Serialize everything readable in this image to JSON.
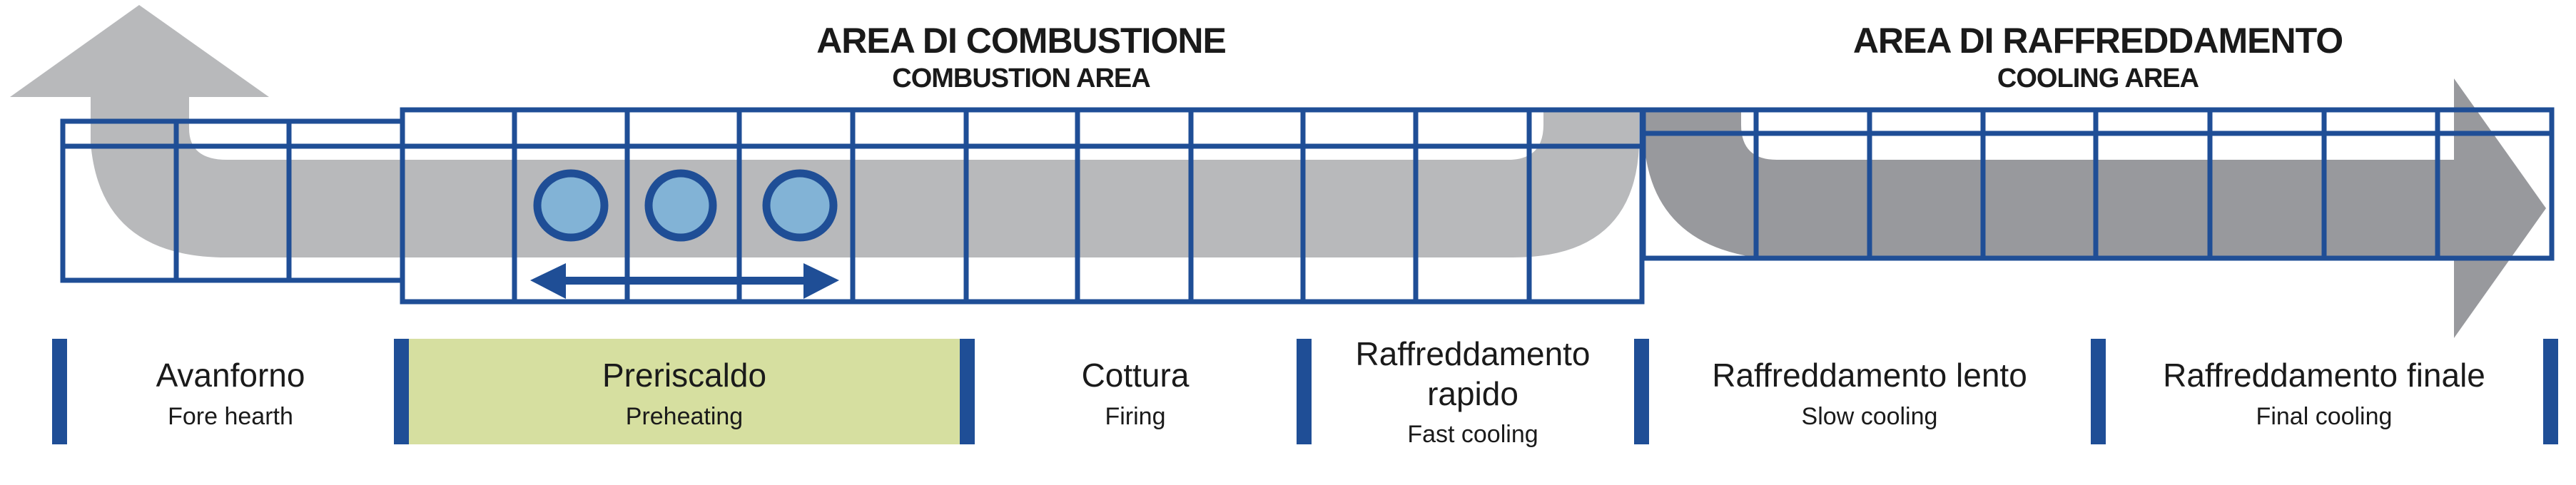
{
  "areas": {
    "combustion": {
      "title": "AREA DI COMBUSTIONE",
      "subtitle": "COMBUSTION AREA"
    },
    "cooling": {
      "title": "AREA DI RAFFREDDAMENTO",
      "subtitle": "COOLING AREA"
    }
  },
  "zones": [
    {
      "name": "Avanforno",
      "sub": "Fore hearth"
    },
    {
      "name": "Preriscaldo",
      "sub": "Preheating",
      "highlighted": true
    },
    {
      "name": "Cottura",
      "sub": "Firing"
    },
    {
      "name_line1": "Raffreddamento",
      "name_line2": "rapido",
      "sub": "Fast cooling"
    },
    {
      "name": "Raffreddamento lento",
      "sub": "Slow cooling"
    },
    {
      "name": "Raffreddamento finale",
      "sub": "Final cooling"
    }
  ],
  "colors": {
    "kiln_blue": "#1f4e96",
    "hot_flow": "#b8b9bb",
    "cool_flow": "#98999d",
    "burner": "#82b3d6",
    "highlight": "#d6dfa0"
  }
}
